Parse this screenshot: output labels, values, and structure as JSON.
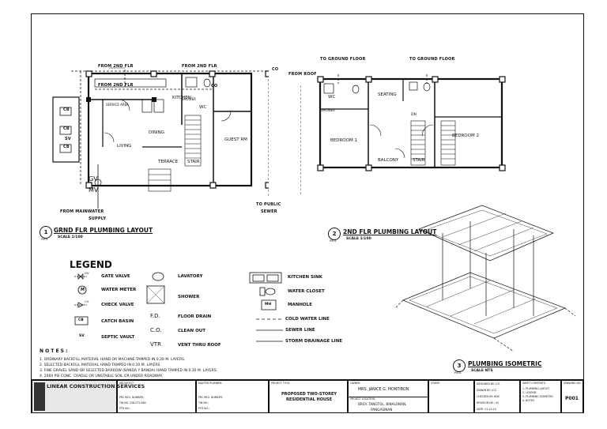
{
  "ground_plan": {
    "rooms": {
      "kitchen": "KITCHEN",
      "service_area": "SERVICE AREA",
      "dining": "DINING",
      "living": "LIVING",
      "terrace": "TERRACE",
      "stair": "STAIR",
      "guest_rm": "GUEST RM",
      "wc": "WC",
      "shower": "SHOWER"
    },
    "labels": {
      "from_2nd_flr_1": "FROM 2ND FLR",
      "from_2nd_flr_2": "FROM 2ND FLR",
      "from_2nd_flr_3": "FROM 2ND FLR",
      "co1": "CO",
      "co2": "CO",
      "sv": "SV",
      "gv": "GV",
      "mv": "MV",
      "from_mainwater": "FROM MAINWATER",
      "supply": "SUPPLY",
      "to_public": "TO PUBLIC",
      "sewer": "SEWER",
      "cb1": "CB",
      "cb2": "CB",
      "cb3": "CB"
    },
    "title_number": "1",
    "sheet_ref": "P001",
    "title": "GRND FLR PLUMBING LAYOUT",
    "scale": "SCALE 1/100"
  },
  "second_plan": {
    "rooms": {
      "seating": "SEATING",
      "bedroom1": "BEDROOM 1",
      "bedroom2": "BEDROOM 2",
      "balcony": "BALCONY",
      "stair": "STAIR",
      "wc": "WC",
      "shower": "SHOWER",
      "dn": "DN"
    },
    "labels": {
      "to_ground_1": "TO GROUND FLOOR",
      "to_ground_2": "TO GROUND FLOOR",
      "from_roof": "FROM ROOF"
    },
    "title_number": "2",
    "sheet_ref": "P001",
    "title": "2ND FLR PLUMBING LAYOUT",
    "scale": "SCALE 1/100"
  },
  "iso": {
    "title_number": "3",
    "sheet_ref": "P001",
    "title": "PLUMBING ISOMETRIC",
    "scale": "SCALE NTS"
  },
  "legend": {
    "title": "LEGEND",
    "items": {
      "gate_valve": "GATE VALVE",
      "gv": "GV",
      "water_meter": "WATER METER",
      "m": "M",
      "check_valve": "CHECK VALVE",
      "cv": "CV",
      "catch_basin": "CATCH BASIN",
      "cb": "CB",
      "septic_vault": "SEPTIC VAULT",
      "sv": "SV",
      "lavatory": "LAVATORY",
      "shower": "SHOWER",
      "fd": "F.D.",
      "floor_drain": "FLOOR DRAIN",
      "co": "C.O.",
      "clean_out": "CLEAN OUT",
      "vtr": "VTR",
      "vent_thru_roof": "VENT THRU ROOF",
      "kitchen_sink": "KITCHEN SINK",
      "water_closet": "WATER CLOSET",
      "mh": "MH",
      "manhole": "MANHOLE",
      "cold_water_line": "COLD WATER LINE",
      "sewer_line": "SEWER LINE",
      "storm_drainage_line": "STORM DRAINAGE LINE"
    }
  },
  "notes": {
    "title": "N O T E S :",
    "items": [
      "1.  ORDINARY BACKFILL MATERIAL HAND OR MACHINE-TAMPED IN 0.20 M. LAYERS.",
      "2.  SELECTED BACKFILL MATERIAL HAND TAMPED IN 0.10 M. LAYERS",
      "3.  FINE GRAVEL SAND OR SELECTED BARROW (BANDA Y BANDA) HAND TAMPED IN 0.30 M. LAYERS.",
      "4.  2000 PSI CONC. CRADLE OR UNSTABLE SOIL OR UNDER ROADWAY."
    ]
  },
  "titleblock": {
    "company": "LINEAR CONSTRUCTION SERVICES",
    "architect_h": "ARCHITECT:",
    "arch1": "PRC REG. NUMBER:",
    "arch2": "TIN NO. 236-572-884",
    "arch3": "PTR NO.:",
    "master_plumber_h": "MASTER PLUMBER:",
    "mp1": "PRC REG. NUMBER:",
    "mp2": "TIN NO.:",
    "mp3": "PTR NO.:",
    "project_title_h": "PROJECT TITLE:",
    "project_title": "PROPOSED TWO-STOREY RESIDENTIAL HOUSE",
    "owner_h": "OWNER:",
    "owner": "MRS. JANICE G. MONTIBON",
    "location_h": "PROJECT LOCATION:",
    "location1": "BRGY. TANGTOL, BINALONAN,",
    "location2": "PANGASINAN",
    "stamp_h": "STAMP:",
    "designed_by": "DESIGNED BY: LCS",
    "drawn_by": "DRAWN BY: LCS",
    "checked_by": "CHECKED BY: NDS",
    "revision": "REVISION NO.: 00",
    "date": "DATE: 01-14-19",
    "sheet_contents_h": "SHEET CONTENTS:",
    "contents": [
      "1.  PLUMBING LAYOUT",
      "2.  LEGEND",
      "3.  PLUMBING ISOMETRIC",
      "4.  NOTES"
    ],
    "drawing_no_h": "DRAWING NO.:",
    "drawing_no": "P001"
  }
}
